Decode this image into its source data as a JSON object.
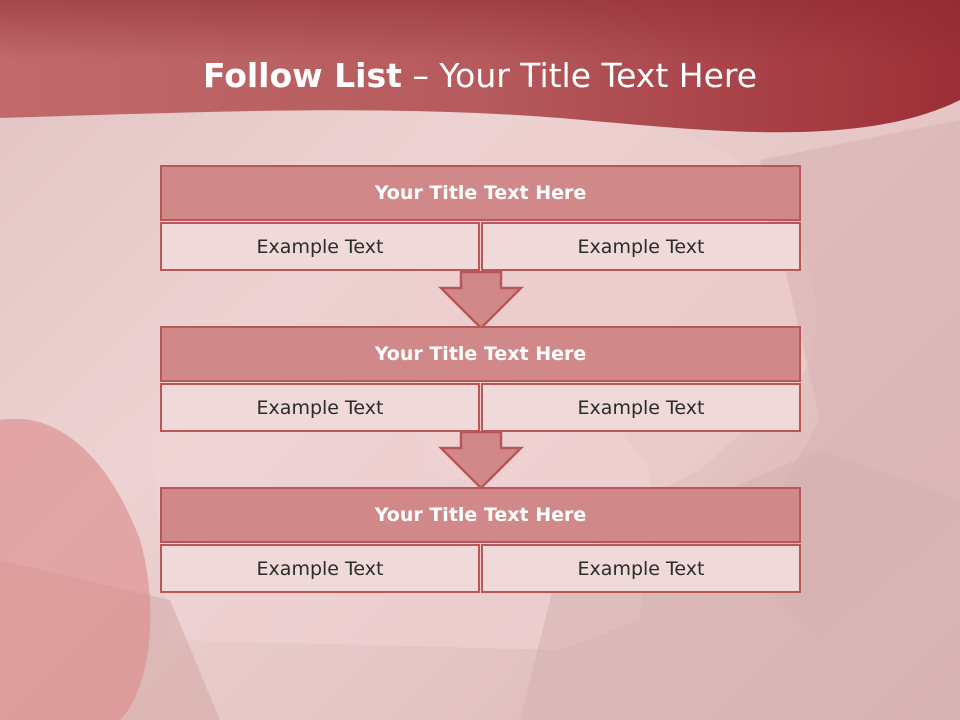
{
  "slide": {
    "title_bold": "Follow List",
    "title_rest": " – Your Title Text Here"
  },
  "steps": [
    {
      "title": "Your Title Text Here",
      "left": "Example Text",
      "right": "Example Text"
    },
    {
      "title": "Your Title Text Here",
      "left": "Example Text",
      "right": "Example Text"
    },
    {
      "title": "Your Title Text Here",
      "left": "Example Text",
      "right": "Example Text"
    }
  ],
  "colors": {
    "header_band": "#a94a4e",
    "block_header": "#d08888",
    "block_border": "#b8575a",
    "cell_fill": "#efd9d9"
  }
}
